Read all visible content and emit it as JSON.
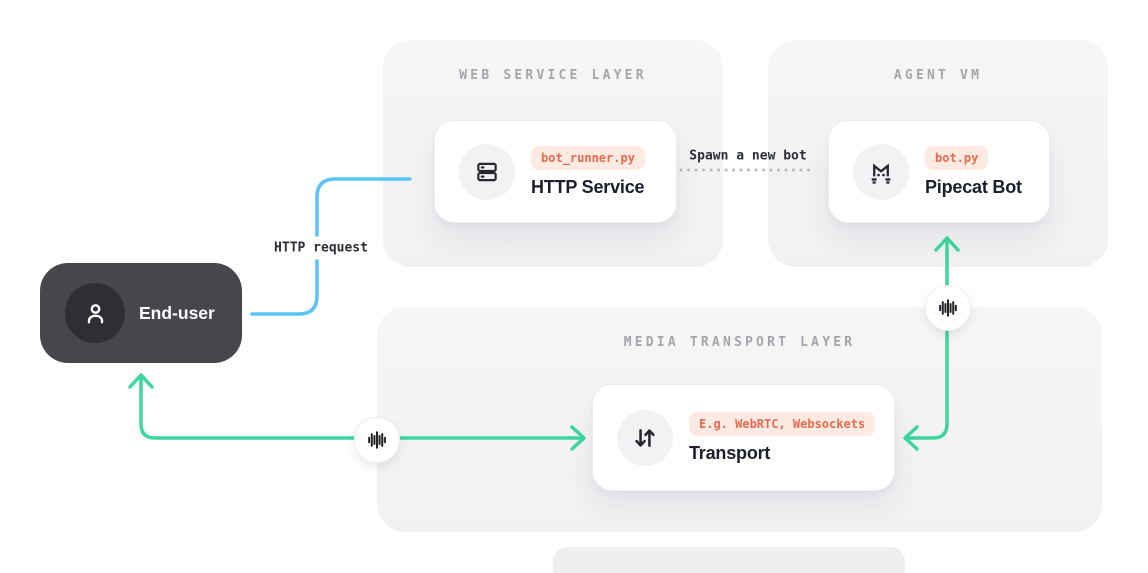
{
  "colors": {
    "page_bg": "#ffffff",
    "panel_bg_top": "#f6f6f7",
    "panel_bg_bottom": "#f1f1f3",
    "panel_title": "#a2a5aa",
    "peek_bg": "#efeff1",
    "card_bg": "#ffffff",
    "card_border": "#eceef4",
    "card_title": "#1b1f2d",
    "icon_circle_bg": "#f1f2f4",
    "icon_stroke": "#26282e",
    "badge_bg": "#fdebe3",
    "badge_text": "#e96a4d",
    "end_user_bg": "#46474c",
    "end_user_circle": "#2e2f34",
    "end_user_text": "#ffffff",
    "wire_blue": "#58c4f9",
    "wire_green": "#3ed69e",
    "wire_dotted": "#b8babe",
    "wire_label": "#2b2e37"
  },
  "panels": {
    "web_service": {
      "title": "WEB SERVICE LAYER"
    },
    "agent_vm": {
      "title": "AGENT VM"
    },
    "media_transport": {
      "title": "MEDIA TRANSPORT LAYER"
    }
  },
  "nodes": {
    "end_user": {
      "label": "End-user",
      "icon": "person-icon"
    },
    "http_service": {
      "badge": "bot_runner.py",
      "label": "HTTP Service",
      "icon": "server-icon"
    },
    "pipecat_bot": {
      "badge": "bot.py",
      "label": "Pipecat Bot",
      "icon": "pipecat-cat-icon"
    },
    "transport": {
      "badge": "E.g. WebRTC, Websockets",
      "label": "Transport",
      "icon": "transfer-arrows-icon"
    }
  },
  "edges": {
    "http_request": {
      "label": "HTTP request",
      "from": "end-user",
      "to": "http-service",
      "style": "solid-blue"
    },
    "spawn_bot": {
      "label": "Spawn a new bot",
      "from": "http-service",
      "to": "pipecat-bot",
      "style": "dotted"
    },
    "media_user_transport": {
      "between": "end-user and transport",
      "style": "solid-green-bidirectional",
      "icon": "waveform-icon"
    },
    "media_bot_transport": {
      "between": "pipecat-bot and transport",
      "style": "solid-green-bidirectional",
      "icon": "waveform-icon"
    }
  }
}
